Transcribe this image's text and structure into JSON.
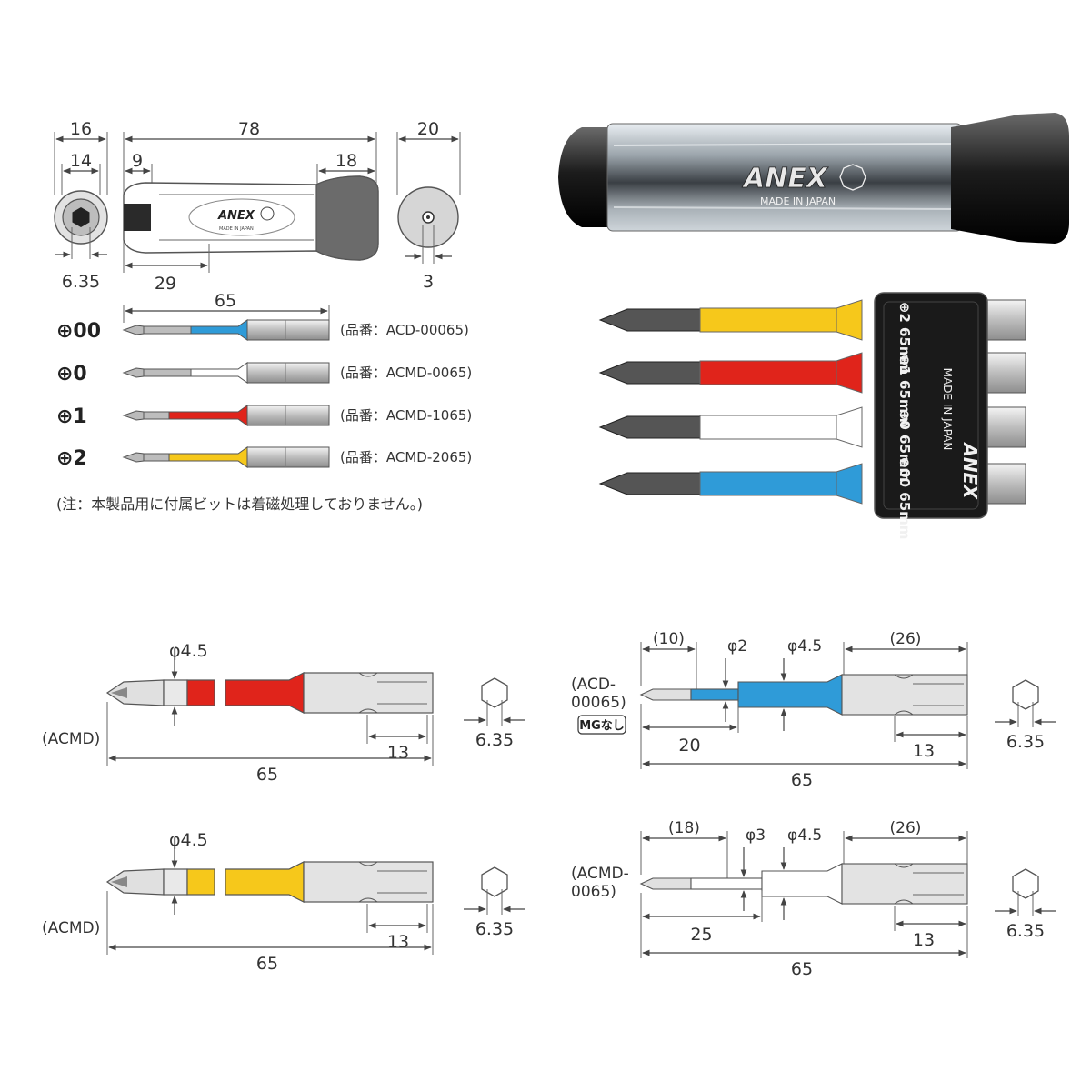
{
  "colors": {
    "blue": "#2f9bd8",
    "white": "#ffffff",
    "red": "#e0241b",
    "yellow": "#f6c81b",
    "steel": "#c9c9c9",
    "dark": "#222222"
  },
  "handle": {
    "dims": {
      "front_outer": "16",
      "front_inner": "14",
      "length": "78",
      "front_band": "9",
      "grip": "18",
      "end_dia": "20",
      "hex": "6.35",
      "hex_len": "29",
      "tip": "3"
    },
    "brand": "ANEX",
    "made": "MADE IN JAPAN"
  },
  "bits_list": {
    "length": "65",
    "items": [
      {
        "size": "⊕00",
        "code": "(品番：ACD-00065)",
        "color": "blue"
      },
      {
        "size": "⊕0",
        "code": "(品番：ACMD-0065)",
        "color": "white"
      },
      {
        "size": "⊕1",
        "code": "(品番：ACMD-1065)",
        "color": "red"
      },
      {
        "size": "⊕2",
        "code": "(品番：ACMD-2065)",
        "color": "yellow"
      }
    ],
    "note": "(注：本製品用に付属ビットは着磁処理しておりません。)"
  },
  "photo": {
    "brand": "ANEX",
    "made": "MADE IN JAPAN",
    "holder_labels": [
      "⊕2 65mm",
      "⊕1 65mm",
      "⊕0 65mm",
      "⊕00 65mm"
    ]
  },
  "details": [
    {
      "type": "ACMD",
      "label": "(ACMD)",
      "color": "red",
      "dia": "φ4.5",
      "total": "65",
      "hex_len": "13",
      "hex": "6.35"
    },
    {
      "type": "ACD",
      "label": "(ACD-\n00065)",
      "label1": "(ACD-",
      "label2": "00065)",
      "badge": "MGなし",
      "color": "blue",
      "tip_len": "(10)",
      "d_small": "φ2",
      "d_big": "φ4.5",
      "end_len": "(26)",
      "small_len": "20",
      "total": "65",
      "hex_len": "13",
      "hex": "6.35"
    },
    {
      "type": "ACMD",
      "label": "(ACMD)",
      "color": "yellow",
      "dia": "φ4.5",
      "total": "65",
      "hex_len": "13",
      "hex": "6.35"
    },
    {
      "type": "ACMD0",
      "label1": "(ACMD-",
      "label2": "0065)",
      "color": "white",
      "tip_len": "(18)",
      "d_small": "φ3",
      "d_big": "φ4.5",
      "end_len": "(26)",
      "small_len": "25",
      "total": "65",
      "hex_len": "13",
      "hex": "6.35"
    }
  ]
}
